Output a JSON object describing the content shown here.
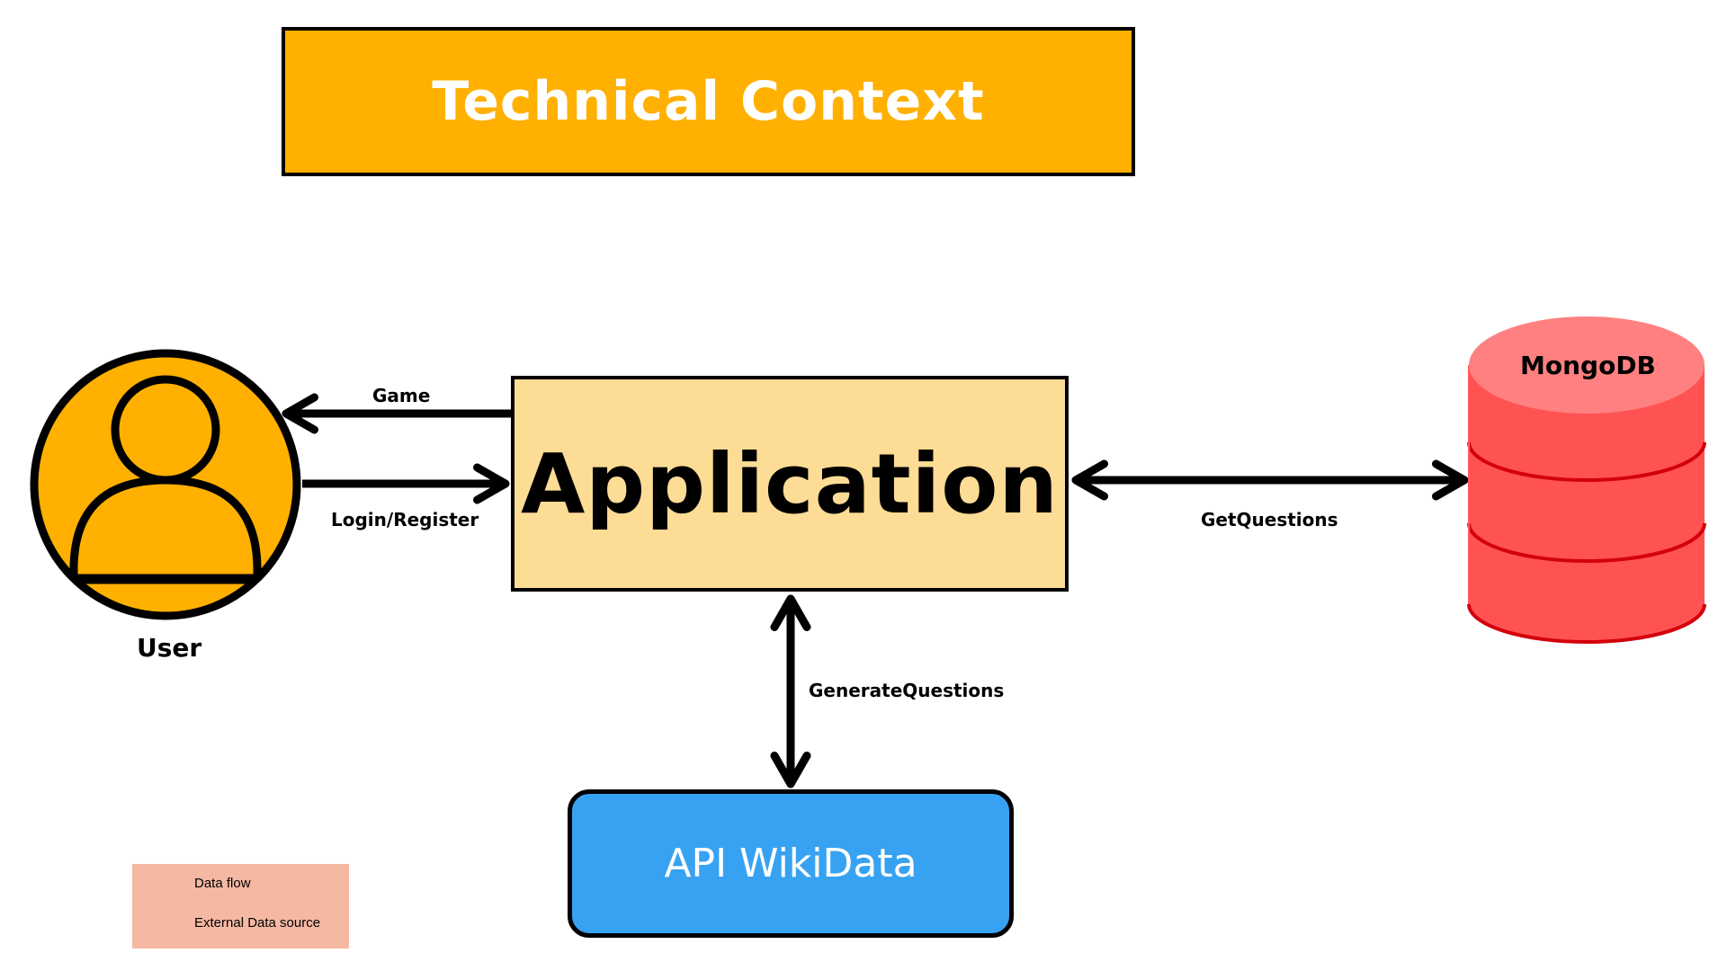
{
  "title": "Technical Context",
  "nodes": {
    "application": "Application",
    "user": "User",
    "database": "MongoDB",
    "api": "API WikiData"
  },
  "edges": {
    "game": "Game",
    "login_register": "Login/Register",
    "get_questions": "GetQuestions",
    "generate_questions": "GenerateQuestions"
  },
  "legend": {
    "data_flow": "Data flow",
    "external_source": "External Data source"
  },
  "colors": {
    "title_bg": "#ffb000",
    "application_bg": "#fddc95",
    "user_fill": "#ffb000",
    "database_fill": "#ff5252",
    "api_bg": "#38a2f2",
    "legend_bg": "#f5b8a3"
  }
}
